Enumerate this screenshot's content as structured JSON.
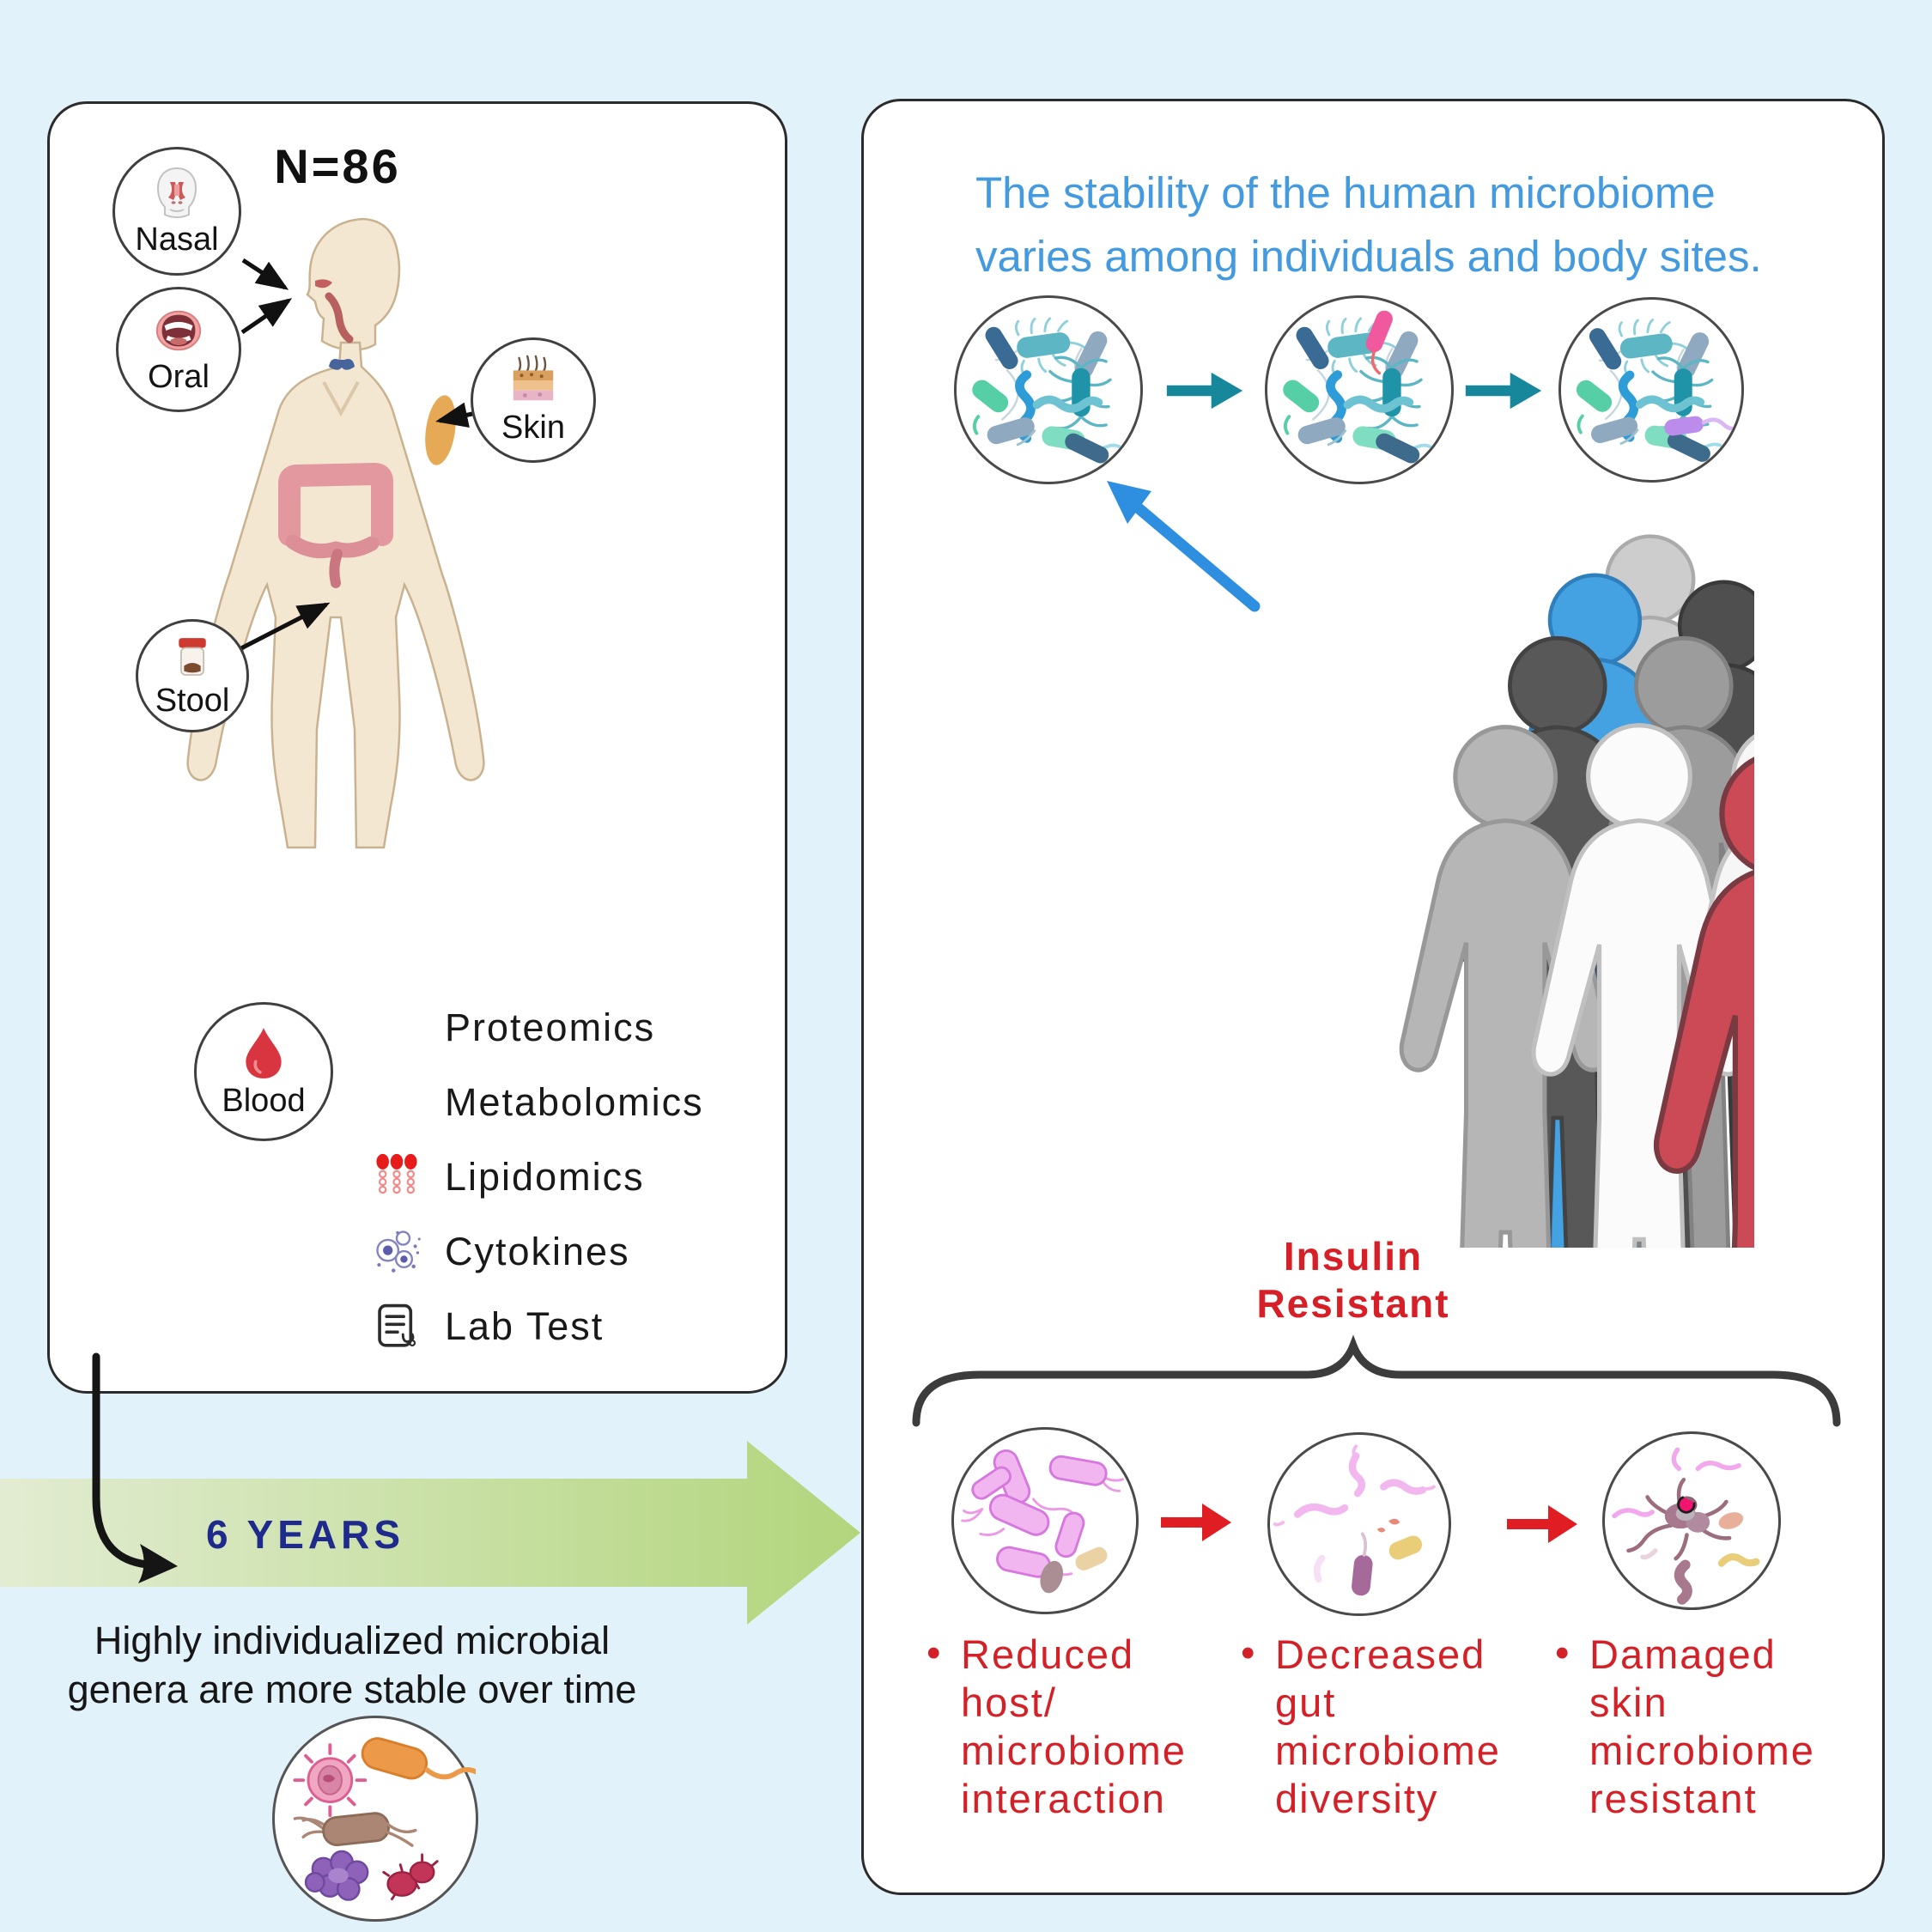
{
  "left_panel": {
    "n_label": "N=86",
    "sites": [
      {
        "label": "Nasal",
        "icon": "nasal-icon"
      },
      {
        "label": "Oral",
        "icon": "oral-icon"
      },
      {
        "label": "Skin",
        "icon": "skin-icon"
      },
      {
        "label": "Stool",
        "icon": "stool-icon"
      }
    ],
    "blood": {
      "label": "Blood",
      "icon": "blood-drop-icon"
    },
    "omics": [
      {
        "label": "Proteomics"
      },
      {
        "label": "Metabolomics"
      },
      {
        "label": "Lipidomics",
        "icon": "lipid-icon"
      },
      {
        "label": "Cytokines",
        "icon": "cytokine-icon"
      },
      {
        "label": "Lab Test",
        "icon": "lab-test-icon"
      }
    ]
  },
  "timeline": {
    "duration_label": "6 YEARS",
    "caption_line1": "Highly individualized microbial",
    "caption_line2": "genera are more stable over time"
  },
  "right_panel": {
    "title_line1": "The stability of the human microbiome",
    "title_line2": "varies among individuals and body sites.",
    "group_label_line1": "Insulin",
    "group_label_line2": "Resistant",
    "bullet_glyph": "•",
    "bullets": [
      {
        "lines": [
          "Reduced",
          "host/",
          "microbiome",
          "interaction"
        ]
      },
      {
        "lines": [
          "Decreased",
          "gut",
          "microbiome",
          "diversity"
        ]
      },
      {
        "lines": [
          "Damaged",
          "skin",
          "microbiome",
          "resistant"
        ]
      }
    ]
  },
  "colors": {
    "background": "#e2f2fb",
    "title_blue": "#449ade",
    "insulin_red": "#d61f26",
    "bullet_red": "#d42127",
    "years_navy": "#1e2b8c",
    "green_arrow": "#b2d57c",
    "teal_arrow": "#17879c",
    "blue_arrow": "#2e8fe0",
    "red_arrow": "#e01d22",
    "red_person": "#cb4a55",
    "blue_person": "#45a2e2",
    "skin_tone": "#f3e7d2"
  }
}
